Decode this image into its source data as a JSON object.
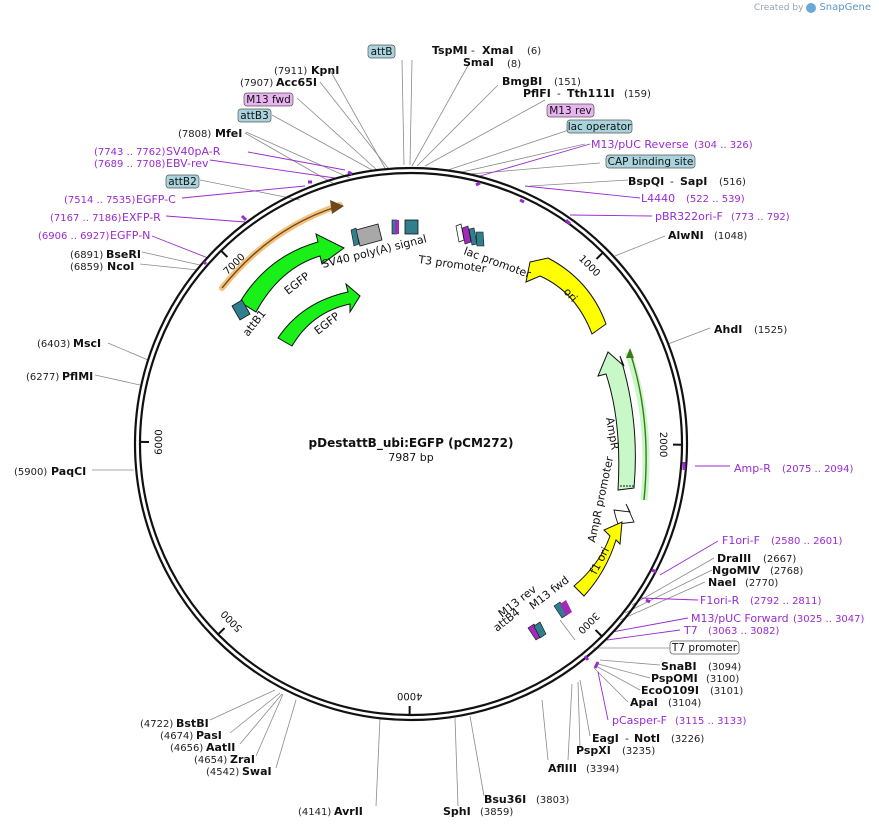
{
  "credit": {
    "prefix": "Created by",
    "brand": "SnapGene"
  },
  "map": {
    "title": "pDestattB_ubi:EGFP (pCM272)",
    "length_label": "7987 bp",
    "total_bp": 7987,
    "ticks": [
      {
        "bp": 1000,
        "label": "1000"
      },
      {
        "bp": 2000,
        "label": "2000"
      },
      {
        "bp": 3000,
        "label": "3000"
      },
      {
        "bp": 4000,
        "label": "4000"
      },
      {
        "bp": 5000,
        "label": "5000"
      },
      {
        "bp": 6000,
        "label": "6000"
      },
      {
        "bp": 7000,
        "label": "7000"
      }
    ]
  },
  "colors": {
    "ring": "#111111",
    "green": "#18f018",
    "yellow": "#ffff00",
    "light_green": "#c8f8c8",
    "white_arrow": "#ffffff",
    "orange": "#f5b35a",
    "dark_green": "#3b7a16",
    "teal": "#2f7f8f",
    "box_blue": "#a9d4dd",
    "box_purple": "#e8b4ef",
    "primer": "#9a2bd0"
  },
  "enzymes": [
    {
      "name": "TspMI",
      "pos": "(6)"
    },
    {
      "name": "XmaI",
      "pos": ""
    },
    {
      "name": "SmaI",
      "pos": "(8)"
    },
    {
      "name": "BmgBI",
      "pos": "(151)"
    },
    {
      "name": "PflFI",
      "pos": ""
    },
    {
      "name": "Tth111I",
      "pos": "(159)"
    },
    {
      "name": "BspQI",
      "pos": ""
    },
    {
      "name": "SapI",
      "pos": "(516)"
    },
    {
      "name": "AlwNI",
      "pos": "(1048)"
    },
    {
      "name": "AhdI",
      "pos": "(1525)"
    },
    {
      "name": "DraIII",
      "pos": "(2667)"
    },
    {
      "name": "NgoMIV",
      "pos": "(2768)"
    },
    {
      "name": "NaeI",
      "pos": "(2770)"
    },
    {
      "name": "SnaBI",
      "pos": "(3094)"
    },
    {
      "name": "PspOMI",
      "pos": "(3100)"
    },
    {
      "name": "EcoO109I",
      "pos": "(3101)"
    },
    {
      "name": "ApaI",
      "pos": "(3104)"
    },
    {
      "name": "EagI",
      "pos": ""
    },
    {
      "name": "NotI",
      "pos": "(3226)"
    },
    {
      "name": "PspXI",
      "pos": "(3235)"
    },
    {
      "name": "AflIII",
      "pos": "(3394)"
    },
    {
      "name": "Bsu36I",
      "pos": "(3803)"
    },
    {
      "name": "SphI",
      "pos": "(3859)"
    },
    {
      "name": "AvrII",
      "pos": "(4141)"
    },
    {
      "name": "SwaI",
      "pos": "(4542)"
    },
    {
      "name": "ZraI",
      "pos": "(4654)"
    },
    {
      "name": "AatII",
      "pos": "(4656)"
    },
    {
      "name": "PasI",
      "pos": "(4674)"
    },
    {
      "name": "BstBI",
      "pos": "(4722)"
    },
    {
      "name": "PaqCI",
      "pos": "(5900)"
    },
    {
      "name": "PflMI",
      "pos": "(6277)"
    },
    {
      "name": "MscI",
      "pos": "(6403)"
    },
    {
      "name": "NcoI",
      "pos": "(6859)"
    },
    {
      "name": "BseRI",
      "pos": "(6891)"
    },
    {
      "name": "MfeI",
      "pos": "(7808)"
    },
    {
      "name": "Acc65I",
      "pos": "(7907)"
    },
    {
      "name": "KpnI",
      "pos": "(7911)"
    }
  ],
  "primers": [
    {
      "name": "M13/pUC Reverse",
      "pos": "(304 .. 326)"
    },
    {
      "name": "L4440",
      "pos": "(522 .. 539)"
    },
    {
      "name": "pBR322ori-F",
      "pos": "(773 .. 792)"
    },
    {
      "name": "Amp-R",
      "pos": "(2075 .. 2094)"
    },
    {
      "name": "F1ori-F",
      "pos": "(2580 .. 2601)"
    },
    {
      "name": "F1ori-R",
      "pos": "(2792 .. 2811)"
    },
    {
      "name": "M13/pUC Forward",
      "pos": "(3025 .. 3047)"
    },
    {
      "name": "T7",
      "pos": "(3063 .. 3082)"
    },
    {
      "name": "pCasper-F",
      "pos": "(3115 .. 3133)"
    },
    {
      "name": "SV40pA-R",
      "pos": "(7743 .. 7762)"
    },
    {
      "name": "EBV-rev",
      "pos": "(7689 .. 7708)"
    },
    {
      "name": "EGFP-C",
      "pos": "(7514 .. 7535)"
    },
    {
      "name": "EXFP-R",
      "pos": "(7167 .. 7186)"
    },
    {
      "name": "EGFP-N",
      "pos": "(6906 .. 6927)"
    }
  ],
  "boxes": [
    {
      "label": "attB"
    },
    {
      "label": "M13 fwd"
    },
    {
      "label": "attB3"
    },
    {
      "label": "M13 rev"
    },
    {
      "label": "lac operator"
    },
    {
      "label": "CAP binding site"
    },
    {
      "label": "attB2"
    },
    {
      "label": "T7 promoter"
    }
  ],
  "features": [
    {
      "label": "SV40 poly(A) signal"
    },
    {
      "label": "T3 promoter"
    },
    {
      "label": "lac promoter"
    },
    {
      "label": "ori"
    },
    {
      "label": "EGFP"
    },
    {
      "label": "EGFP"
    },
    {
      "label": "attB1"
    },
    {
      "label": "AmpR"
    },
    {
      "label": "AmpR promoter"
    },
    {
      "label": "f1 ori"
    },
    {
      "label": "M13 fwd"
    },
    {
      "label": "M13 rev"
    },
    {
      "label": "attB4"
    }
  ]
}
